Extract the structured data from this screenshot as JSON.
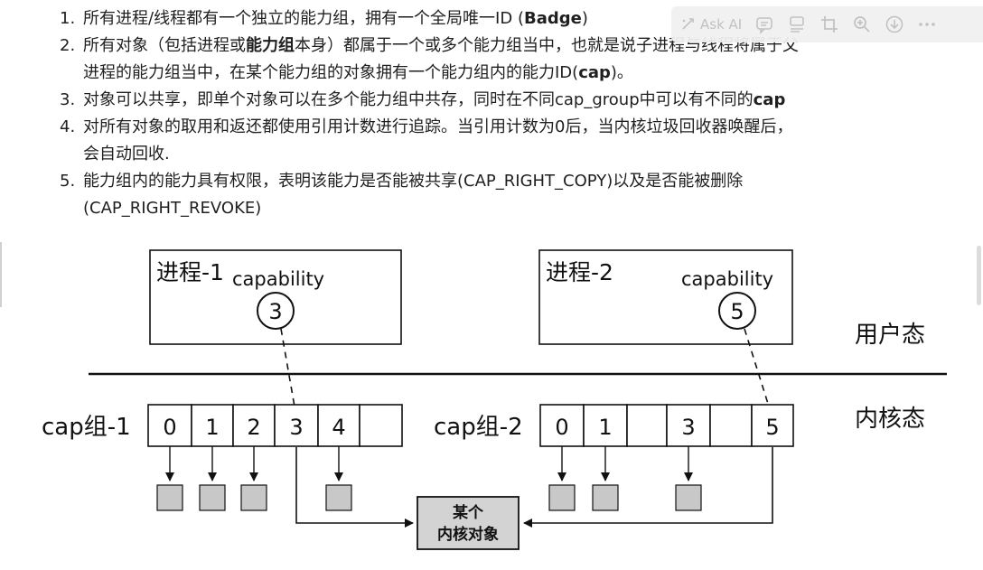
{
  "list": {
    "items": [
      {
        "num": "1.",
        "lines": [
          [
            {
              "t": "所有进程/线程都有一个独立的能力组，拥有一个全局唯一ID ("
            },
            {
              "t": "Badge",
              "b": true
            },
            {
              "t": ")"
            }
          ]
        ]
      },
      {
        "num": "2.",
        "lines": [
          [
            {
              "t": "所有对象（包括进程或"
            },
            {
              "t": "能力组",
              "b": true
            },
            {
              "t": "本身）都属于一个或多个能力组当中，也就是说子进程与线程将属于父"
            }
          ],
          [
            {
              "t": "进程的能力组当中，在某个能力组的对象拥有一个能力组内的能力ID("
            },
            {
              "t": "cap",
              "b": true
            },
            {
              "t": ")。"
            }
          ]
        ]
      },
      {
        "num": "3.",
        "lines": [
          [
            {
              "t": "对象可以共享，即单个对象可以在多个能力组中共存，同时在不同cap_group中可以有不同的"
            },
            {
              "t": "cap",
              "b": true
            }
          ]
        ]
      },
      {
        "num": "4.",
        "lines": [
          [
            {
              "t": "对所有对象的取用和返还都使用引用计数进行追踪。当引用计数为0后，当内核垃圾回收器唤醒后，"
            }
          ],
          [
            {
              "t": "会自动回收."
            }
          ]
        ]
      },
      {
        "num": "5.",
        "lines": [
          [
            {
              "t": "能力组内的能力具有权限，表明该能力是否能被共享(CAP_RIGHT_COPY)以及是否能被删除"
            }
          ],
          [
            {
              "t": "(CAP_RIGHT_REVOKE)"
            }
          ]
        ]
      }
    ]
  },
  "toolbar": {
    "ask_ai_label": "Ask AI",
    "icons": [
      "ask-ai-icon",
      "comment-icon",
      "layout-icon",
      "crop-icon",
      "zoom-icon",
      "download-icon",
      "more-icon"
    ]
  },
  "diagram": {
    "user_mode_label": "用户态",
    "kernel_mode_label": "内核态",
    "process1": {
      "label": "进程-1",
      "cap_label": "capability",
      "cap_value": "3"
    },
    "process2": {
      "label": "进程-2",
      "cap_label": "capability",
      "cap_value": "5"
    },
    "group1": {
      "label": "cap组-1",
      "cells": [
        "0",
        "1",
        "2",
        "3",
        "4",
        ""
      ],
      "object_under": [
        true,
        true,
        true,
        false,
        true,
        false
      ]
    },
    "group2": {
      "label": "cap组-2",
      "cells": [
        "0",
        "1",
        "",
        "3",
        "",
        "5"
      ],
      "object_under": [
        true,
        true,
        false,
        true,
        false,
        false
      ]
    },
    "kernel_object": {
      "line1": "某个",
      "line2": "内核对象"
    },
    "colors": {
      "object_fill": "#c8c8c8",
      "box_fill": "#d3d3d3",
      "stroke": "#111111"
    }
  }
}
